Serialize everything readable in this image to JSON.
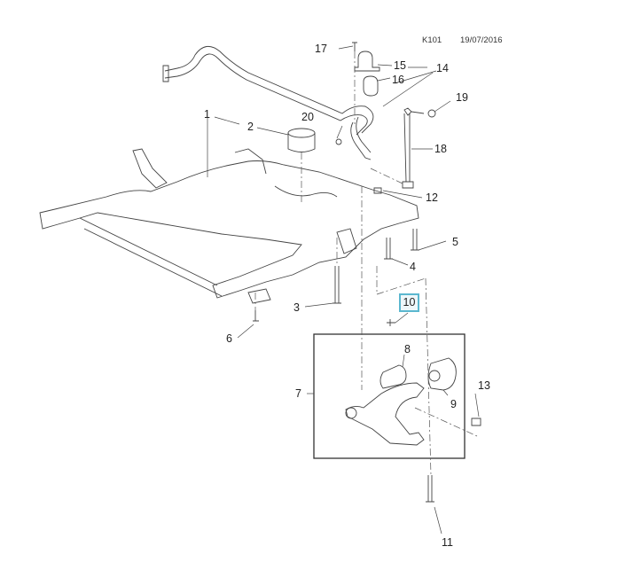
{
  "header": {
    "code": "K101",
    "date": "19/07/2016"
  },
  "highlight_color": "#5bb7cf",
  "callouts": [
    {
      "id": "1",
      "part": "subframe"
    },
    {
      "id": "2",
      "part": "bushing"
    },
    {
      "id": "3",
      "part": "bolt"
    },
    {
      "id": "4",
      "part": "bolt"
    },
    {
      "id": "5",
      "part": "bolt"
    },
    {
      "id": "6",
      "part": "bolt"
    },
    {
      "id": "7",
      "part": "lower-control-arm-assembly"
    },
    {
      "id": "8",
      "part": "front-bushing"
    },
    {
      "id": "9",
      "part": "rear-bushing"
    },
    {
      "id": "10",
      "part": "bolt",
      "highlighted": true
    },
    {
      "id": "11",
      "part": "bolt"
    },
    {
      "id": "12",
      "part": "nut"
    },
    {
      "id": "13",
      "part": "nut"
    },
    {
      "id": "14",
      "part": "stabilizer-bushing-kit"
    },
    {
      "id": "15",
      "part": "clamp"
    },
    {
      "id": "16",
      "part": "stabilizer-bushing"
    },
    {
      "id": "17",
      "part": "bolt"
    },
    {
      "id": "18",
      "part": "stabilizer-link"
    },
    {
      "id": "19",
      "part": "nut"
    },
    {
      "id": "20",
      "part": "nut"
    }
  ]
}
